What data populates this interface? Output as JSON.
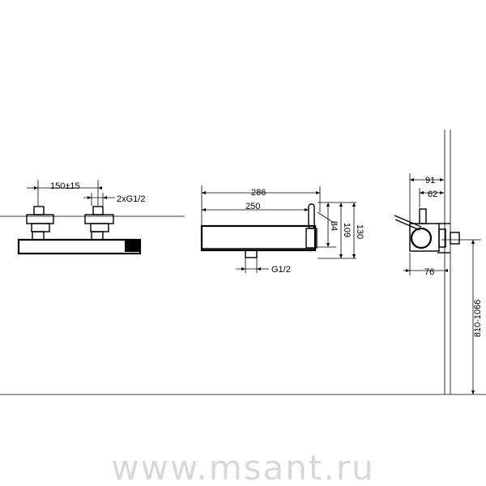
{
  "front_view": {
    "spacing_label": "150±15",
    "inlet_label": "2xG1/2"
  },
  "side_view": {
    "length_label": "286",
    "body_length_label": "250",
    "height_84_label": "84",
    "height_109_label": "109",
    "height_130_label": "130",
    "outlet_label": "G1/2"
  },
  "end_view": {
    "depth_91_label": "91",
    "depth_62_label": "62",
    "depth_76_label": "76",
    "mount_height_label": "810-1066"
  },
  "watermark": "www.msant.ru"
}
